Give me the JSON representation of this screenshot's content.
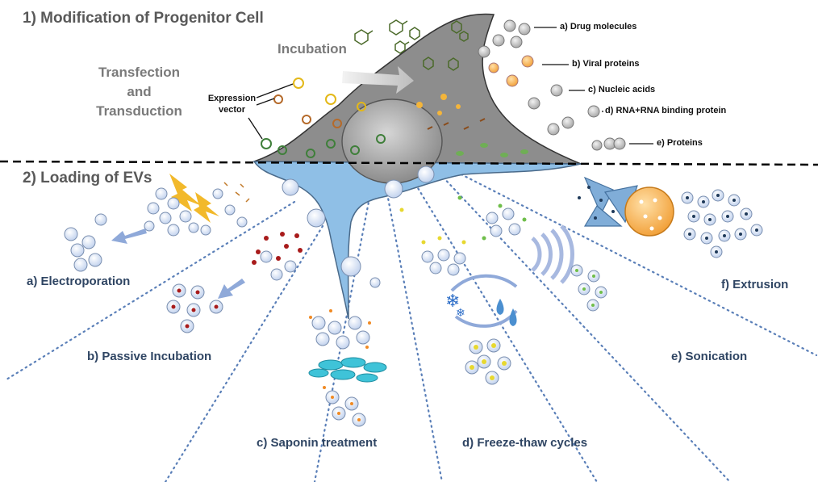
{
  "part1": {
    "title": "1) Modification of Progenitor Cell",
    "transfection": [
      "Transfection",
      "and",
      "Transduction"
    ],
    "expression_vector": [
      "Expression",
      "vector"
    ],
    "incubation": "Incubation",
    "cargo": [
      "a) Drug molecules",
      "b) Viral proteins",
      "c) Nucleic acids",
      "d) RNA+RNA binding protein",
      "e) Proteins"
    ]
  },
  "part2": {
    "title": "2) Loading of EVs",
    "methods": {
      "electroporation": "a) Electroporation",
      "passive": "b) Passive Incubation",
      "saponin": "c) Saponin treatment",
      "freeze_thaw": "d) Freeze-thaw cycles",
      "sonication": "e) Sonication",
      "extrusion": "f) Extrusion"
    }
  },
  "colors": {
    "cell_upper": "#8a8a8a",
    "cell_lower": "#8fbfe6",
    "vesicle": "#d8e4f5",
    "arrow": "#8fa9d9",
    "method_text": "#2f4563",
    "divider": "#000000",
    "ray": "#5a7fb8"
  }
}
